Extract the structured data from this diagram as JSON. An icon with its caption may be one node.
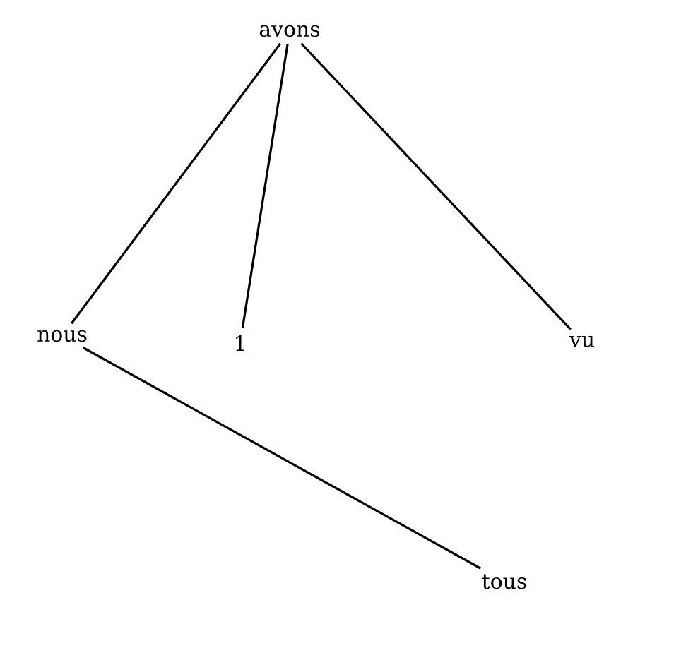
{
  "diagram": {
    "nodes": [
      {
        "text": [
          "avons"
        ]
      },
      {
        "text": [
          "nous"
        ]
      },
      {
        "text": [
          "1"
        ]
      },
      {
        "text": [
          "vu"
        ]
      },
      {
        "text": [
          "tous"
        ]
      }
    ],
    "edges": [
      {
        "from": 0,
        "to": 1,
        "arrow": "none"
      },
      {
        "from": 0,
        "to": 2,
        "arrow": "none"
      },
      {
        "from": 0,
        "to": 3,
        "arrow": "none"
      },
      {
        "from": 1,
        "to": 4,
        "arrow": "none"
      }
    ]
  }
}
